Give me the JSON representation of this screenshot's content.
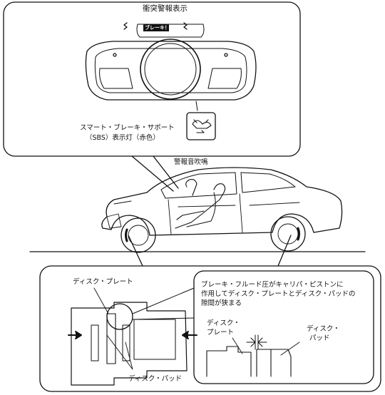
{
  "callouts": {
    "collision_warning": "衝突警報表示",
    "brake_warning_badge": "ブレーキ！",
    "sbs_indicator_line1": "スマート・ブレーキ・サポート",
    "sbs_indicator_line2": "（SBS）表示灯（赤色）",
    "warning_buzzer": "警報音吹鳴",
    "disc_plate": "ディスク・プレート",
    "disc_pad": "ディスク・パッド",
    "explanation_line1": "ブレーキ・フルード圧がキャリパ・ピストンに",
    "explanation_line2": "作用してディスク・プレートとディスク・パッドの",
    "explanation_line3": "隙間が狭まる",
    "detail_disc_plate_line1": "ディスク・",
    "detail_disc_plate_line2": "プレート",
    "detail_disc_pad_line1": "ディスク・",
    "detail_disc_pad_line2": "パッド"
  }
}
